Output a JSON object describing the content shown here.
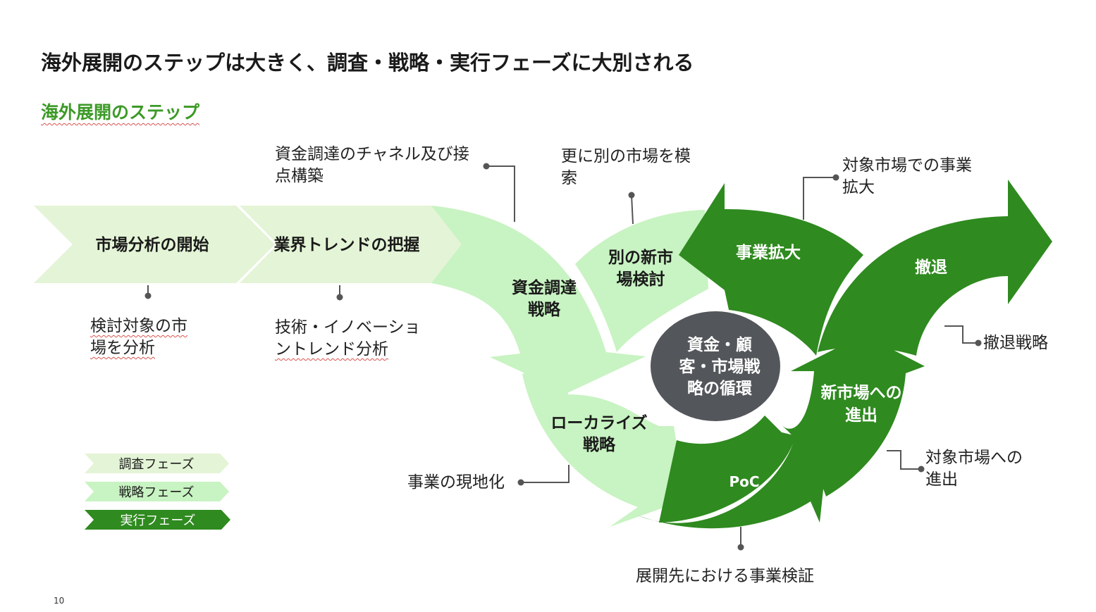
{
  "title": "海外展開のステップは大きく、調査・戦略・実行フェーズに大別される",
  "section_title": "海外展開のステップ",
  "colors": {
    "research_phase": "#e4f4d6",
    "strategy_phase": "#c8f3c2",
    "execution_phase": "#2f8a1f",
    "center_circle": "#53565a",
    "connector": "#555555",
    "accent_green": "#3c9a27"
  },
  "steps": {
    "market_analysis": "市場分析の開始",
    "trend_grasp": "業界トレンドの把握",
    "funding_strategy": [
      "資金調達",
      "戦略"
    ],
    "new_market_review": [
      "別の新市",
      "場検討"
    ],
    "localize_strategy": [
      "ローカライズ",
      "戦略"
    ],
    "poc": "PoC",
    "business_expansion": "事業拡大",
    "withdrawal": "撤退",
    "new_market_entry": [
      "新市場への",
      "進出"
    ],
    "center": [
      "資金・顧",
      "客・市場戦",
      "略の循環"
    ]
  },
  "callouts": {
    "market_analysis": [
      "検討対象の市",
      "場を分析"
    ],
    "trend": [
      "技術・イノベーショ",
      "ントレンド分析"
    ],
    "funding": [
      "資金調達のチャネル及び接",
      "点構築"
    ],
    "new_market": [
      "更に別の市場を模",
      "索"
    ],
    "localize": "事業の現地化",
    "poc": "展開先における事業検証",
    "expansion": [
      "対象市場での事業",
      "拡大"
    ],
    "withdrawal": "撤退戦略",
    "entry": [
      "対象市場への",
      "進出"
    ]
  },
  "legend": {
    "research": "調査フェーズ",
    "strategy": "戦略フェーズ",
    "execution": "実行フェーズ"
  },
  "page_number": "10"
}
